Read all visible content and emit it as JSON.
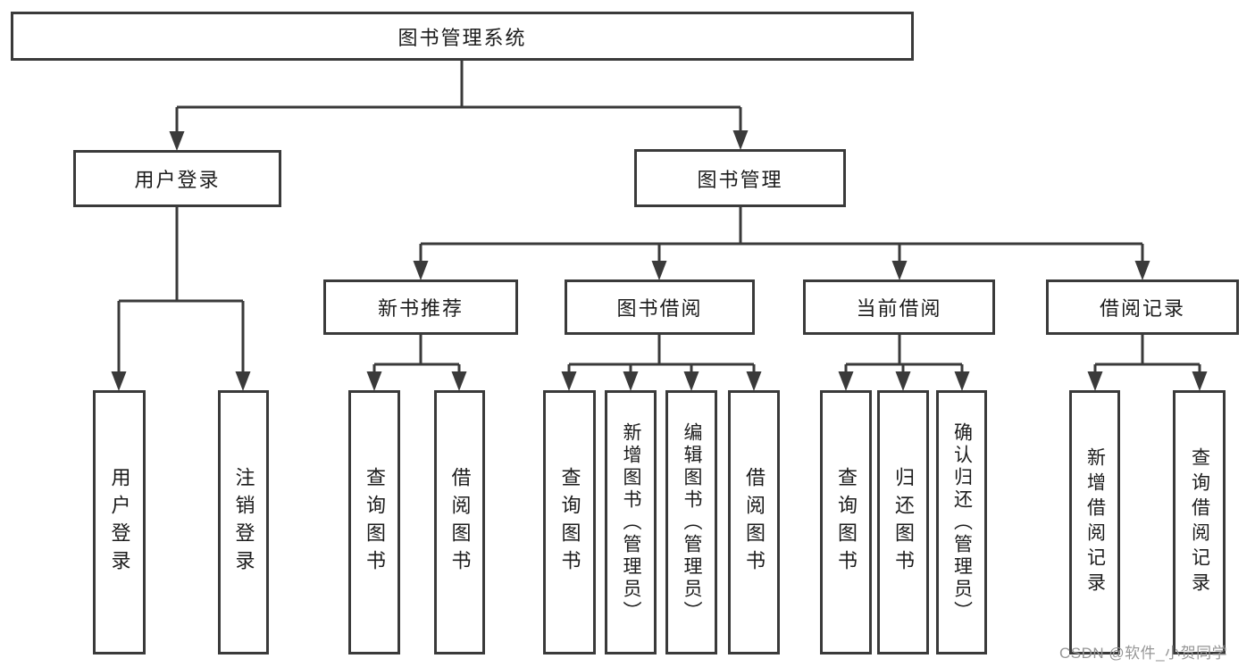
{
  "diagram": {
    "root": {
      "label": "图书管理系统"
    },
    "user_login": {
      "label": "用户登录",
      "children": {
        "login": "用户登录",
        "logout": "注销登录"
      }
    },
    "book_mgmt": {
      "label": "图书管理",
      "new_book_rec": {
        "label": "新书推荐",
        "children": {
          "query_books": "查询图书",
          "borrow_books": "借阅图书"
        }
      },
      "book_borrow": {
        "label": "图书借阅",
        "children": {
          "query_books": "查询图书",
          "add_books": "新增图书（管理员）",
          "edit_books": "编辑图书（管理员）",
          "borrow_books": "借阅图书"
        }
      },
      "current_borrow": {
        "label": "当前借阅",
        "children": {
          "query_books": "查询图书",
          "return_books": "归还图书",
          "confirm_return": "确认归还（管理员）"
        }
      },
      "borrow_records": {
        "label": "借阅记录",
        "children": {
          "add_record": "新增借阅记录",
          "query_record": "查询借阅记录"
        }
      }
    }
  },
  "watermark": "CSDN @软件_小贺同学",
  "colors": {
    "line": "#3a3a3a",
    "text": "#1c1c1c",
    "watermark": "#969696",
    "background": "#ffffff"
  }
}
